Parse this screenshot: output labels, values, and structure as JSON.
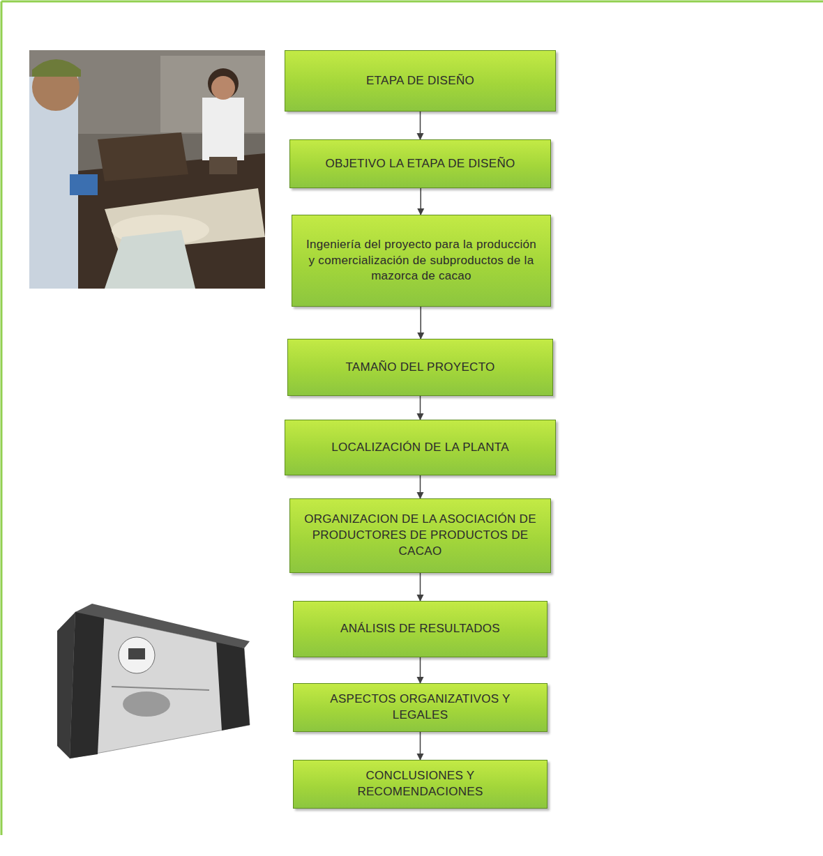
{
  "diagram": {
    "nodes": [
      {
        "text": [
          "ETAPA DE DISEÑO"
        ]
      },
      {
        "text": [
          "OBJETIVO LA ETAPA DE DISEÑO"
        ]
      },
      {
        "text": [
          "Ingeniería del proyecto para la producción y comercialización de subproductos de la mazorca de cacao"
        ]
      },
      {
        "text": [
          "TAMAÑO DEL PROYECTO"
        ]
      },
      {
        "text": [
          "LOCALIZACIÓN DE LA PLANTA"
        ]
      },
      {
        "text": [
          "ORGANIZACION DE LA ASOCIACIÓN DE PRODUCTORES DE PRODUCTOS DE CACAO"
        ]
      },
      {
        "text": [
          "ANÁLISIS DE RESULTADOS"
        ]
      },
      {
        "text": [
          "ASPECTOS ORGANIZATIVOS Y LEGALES"
        ]
      },
      {
        "text": [
          "CONCLUSIONES Y RECOMENDACIONES"
        ]
      }
    ],
    "edges": [
      {
        "from": 0,
        "to": 1,
        "arrow": "to"
      },
      {
        "from": 1,
        "to": 2,
        "arrow": "to"
      },
      {
        "from": 2,
        "to": 3,
        "arrow": "to"
      },
      {
        "from": 3,
        "to": 4,
        "arrow": "to"
      },
      {
        "from": 4,
        "to": 5,
        "arrow": "to"
      },
      {
        "from": 5,
        "to": 6,
        "arrow": "to"
      },
      {
        "from": 6,
        "to": 7,
        "arrow": "to"
      },
      {
        "from": 7,
        "to": 8,
        "arrow": "to"
      }
    ]
  }
}
